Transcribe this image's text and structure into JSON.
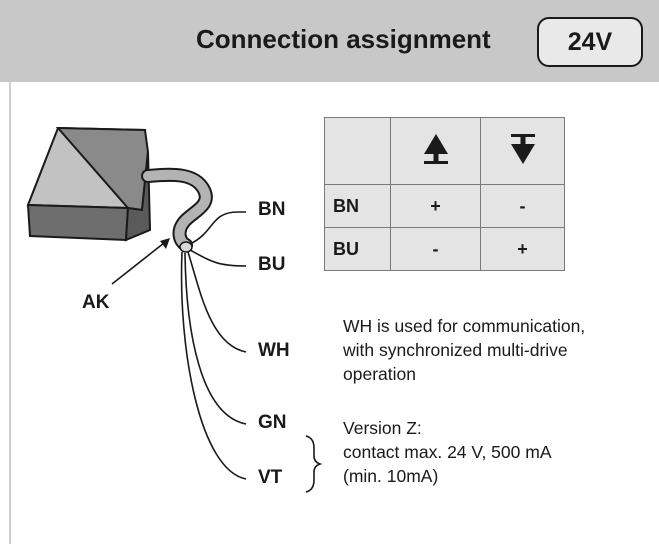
{
  "header": {
    "title": "Connection assignment",
    "voltage": "24V"
  },
  "labels": {
    "ak": "AK",
    "wires": {
      "bn": "BN",
      "bu": "BU",
      "wh": "WH",
      "gn": "GN",
      "vt": "VT"
    }
  },
  "table": {
    "header_icons": [
      "up-arrow-icon",
      "down-arrow-icon"
    ],
    "rows": [
      {
        "label": "BN",
        "up": "+",
        "down": "-"
      },
      {
        "label": "BU",
        "up": "-",
        "down": "+"
      }
    ]
  },
  "notes": {
    "wh": [
      "WH is used for communication,",
      "with synchronized multi-drive",
      "operation"
    ],
    "version": [
      "Version Z:",
      "contact max. 24 V, 500 mA",
      "(min. 10mA)"
    ]
  },
  "colors": {
    "header_bg": "#c8c8c8",
    "device_dark": "#6e6e6e",
    "device_light": "#9a9a9a",
    "table_bg": "#e4e4e4"
  }
}
